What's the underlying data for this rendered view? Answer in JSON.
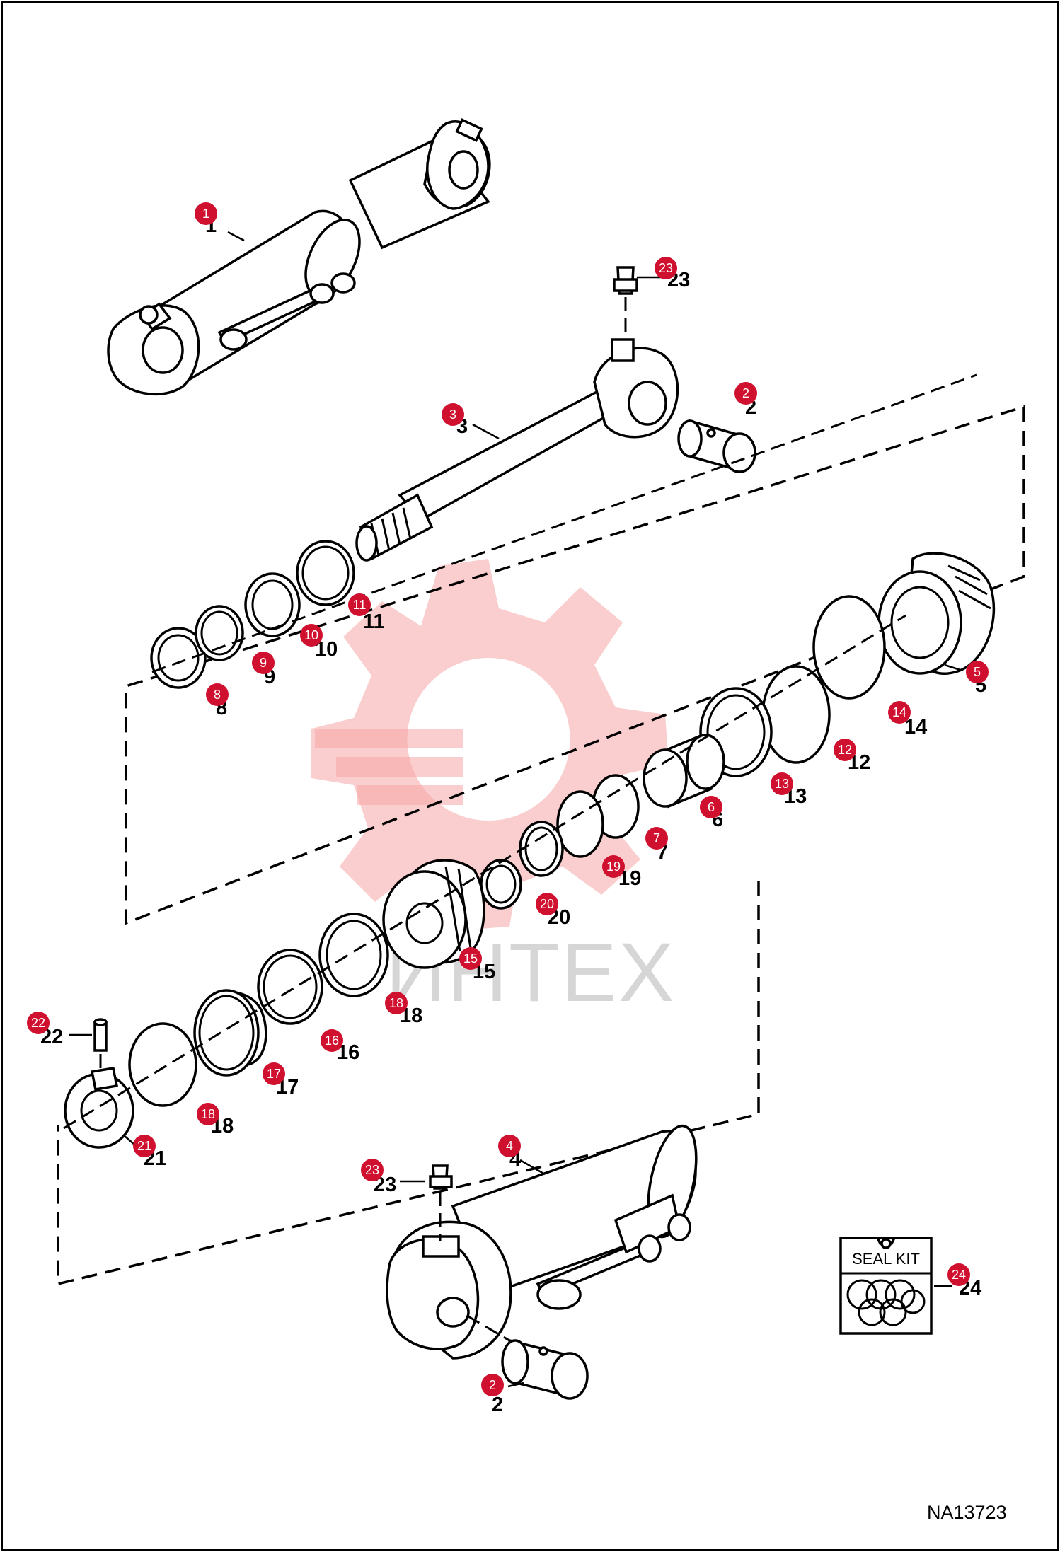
{
  "diagram_code": "NA13723",
  "watermark_text": "ИНТЕХ",
  "seal_kit_label": "SEAL KIT",
  "callouts": [
    {
      "id": "c1",
      "num": "1"
    },
    {
      "id": "c2a",
      "num": "2"
    },
    {
      "id": "c2b",
      "num": "2"
    },
    {
      "id": "c3",
      "num": "3"
    },
    {
      "id": "c4",
      "num": "4"
    },
    {
      "id": "c5",
      "num": "5"
    },
    {
      "id": "c6",
      "num": "6"
    },
    {
      "id": "c7",
      "num": "7"
    },
    {
      "id": "c8",
      "num": "8"
    },
    {
      "id": "c9",
      "num": "9"
    },
    {
      "id": "c10",
      "num": "10"
    },
    {
      "id": "c11",
      "num": "11"
    },
    {
      "id": "c12",
      "num": "12"
    },
    {
      "id": "c13",
      "num": "13"
    },
    {
      "id": "c14",
      "num": "14"
    },
    {
      "id": "c15",
      "num": "15"
    },
    {
      "id": "c16",
      "num": "16"
    },
    {
      "id": "c17",
      "num": "17"
    },
    {
      "id": "c18a",
      "num": "18"
    },
    {
      "id": "c18b",
      "num": "18"
    },
    {
      "id": "c19",
      "num": "19"
    },
    {
      "id": "c20",
      "num": "20"
    },
    {
      "id": "c21",
      "num": "21"
    },
    {
      "id": "c22",
      "num": "22"
    },
    {
      "id": "c23a",
      "num": "23"
    },
    {
      "id": "c23b",
      "num": "23"
    },
    {
      "id": "c24",
      "num": "24"
    }
  ]
}
